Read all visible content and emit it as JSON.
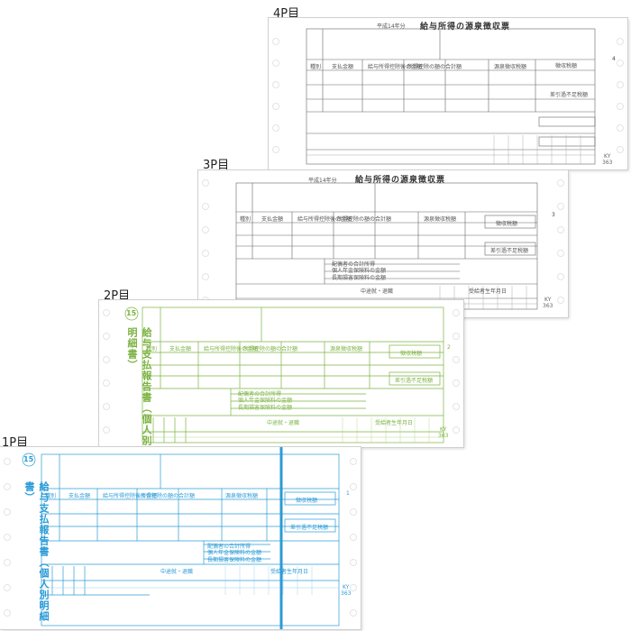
{
  "pages": {
    "p4": {
      "label": "4P目",
      "header_year": "平成14年分",
      "title": "給与所得の源泉徴収票",
      "page_no": "4",
      "code_line1": "KY",
      "code_line2": "363",
      "row1": [
        "種別",
        "支払金額",
        "給与所得控除後の金額",
        "所得控除の額の合計額",
        "源泉徴収税額"
      ],
      "side_boxes": [
        "徴収税額",
        "差引過不足税額"
      ]
    },
    "p3": {
      "label": "3P目",
      "header_year": "平成14年分",
      "title": "給与所得の源泉徴収票",
      "page_no": "3",
      "code_line1": "KY",
      "code_line2": "363",
      "row1": [
        "種別",
        "支払金額",
        "給与所得控除後の金額",
        "所得控除の額の合計額",
        "源泉徴収税額"
      ],
      "side_boxes": [
        "徴収税額",
        "差引過不足税額"
      ],
      "rows_right": [
        "配偶者の合計所得",
        "個人年金保険料の金額",
        "長期損害保険料の金額"
      ],
      "bottom": [
        "中途就・退職",
        "受給者生年月日"
      ]
    },
    "p2": {
      "label": "2P目",
      "number": "15",
      "vertical_title": "給与支払報告書（個人別明細書）",
      "page_no": "2",
      "code_line1": "KY",
      "code_line2": "363",
      "row1": [
        "種別",
        "支払金額",
        "給与所得控除後の金額",
        "所得控除の額の合計額",
        "源泉徴収税額"
      ],
      "side_boxes": [
        "徴収税額",
        "差引過不足税額"
      ],
      "rows_right": [
        "配偶者の合計所得",
        "個人年金保険料の金額",
        "長期損害保険料の金額"
      ],
      "bottom": [
        "中途就・退職",
        "受給者生年月日"
      ]
    },
    "p1": {
      "label": "1P目",
      "number": "15",
      "vertical_title": "給与支払報告書（個人別明細書）",
      "page_no": "1",
      "code_line1": "KY",
      "code_line2": "363",
      "row1": [
        "種別",
        "支払金額",
        "給与所得控除後の金額",
        "所得控除の額の合計額",
        "源泉徴収税額"
      ],
      "side_boxes": [
        "徴収税額",
        "差引過不足税額"
      ],
      "rows_right": [
        "配偶者の合計所得",
        "個人年金保険料の金額",
        "長期損害保険料の金額"
      ],
      "bottom": [
        "中途就・退職",
        "受給者生年月日"
      ]
    }
  },
  "colors": {
    "p4": "#555555",
    "p3": "#555555",
    "p2": "#7cb342",
    "p1": "#2b9bd6"
  }
}
